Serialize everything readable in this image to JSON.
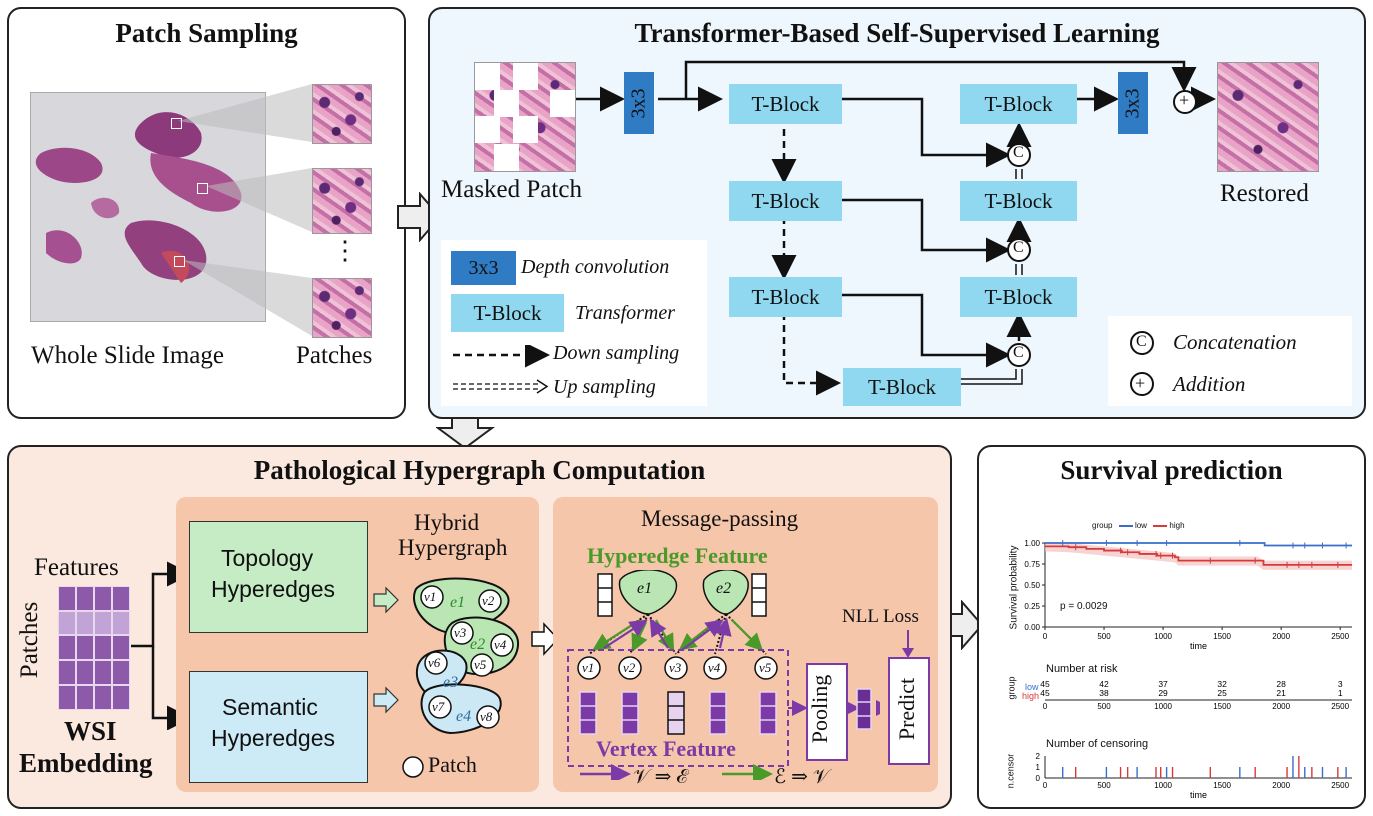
{
  "patch_sampling": {
    "title": "Patch Sampling",
    "wsi_label": "Whole Slide Image",
    "patches_label": "Patches",
    "ellipsis": "⋮"
  },
  "transformer": {
    "title": "Transformer-Based Self-Supervised Learning",
    "masked_label": "Masked Patch",
    "restored_label": "Restored",
    "conv_label": "3x3",
    "tblock_label": "T-Block",
    "concat_symbol": "C",
    "add_symbol": "+",
    "legend": {
      "conv_key": "3x3",
      "conv_desc": "Depth convolution",
      "tblock_key": "T-Block",
      "tblock_desc": "Transformer",
      "down_desc": "Down sampling",
      "up_desc": "Up sampling",
      "concat_desc": "Concatenation",
      "add_desc": "Addition"
    }
  },
  "hypergraph": {
    "title": "Pathological Hypergraph Computation",
    "features_label": "Features",
    "patches_label": "Patches",
    "embedding_line1": "WSI",
    "embedding_line2": "Embedding",
    "topology_line1": "Topology",
    "topology_line2": "Hyperedges",
    "semantic_line1": "Semantic",
    "semantic_line2": "Hyperedges",
    "hybrid_line1": "Hybrid",
    "hybrid_line2": "Hypergraph",
    "patch_legend": "Patch",
    "message_passing": "Message-passing",
    "hyperedge_feature": "Hyperedge Feature",
    "vertex_feature": "Vertex Feature",
    "nll_loss": "NLL Loss",
    "pooling": "Pooling",
    "predict": "Predict",
    "v_to_e": "𝒱 ⇒ ℰ",
    "e_to_v": "ℰ ⇒ 𝒱",
    "vertices": [
      "v1",
      "v2",
      "v3",
      "v4",
      "v5",
      "v6",
      "v7",
      "v8"
    ],
    "edges": [
      "e1",
      "e2",
      "e3",
      "e4"
    ],
    "colors": {
      "purple": "#7b3aa6",
      "green": "#4a9a2a",
      "topology_fill": "#c6ecc6",
      "semantic_fill": "#cdeaf7",
      "panel_fill": "#fbe8de"
    }
  },
  "survival": {
    "title": "Survival prediction",
    "legend_title": "group",
    "legend_low": "low",
    "legend_high": "high",
    "ylabel": "Survival probability",
    "xlabel": "time",
    "pvalue": "p = 0.0029",
    "risk_title": "Number at risk",
    "risk_ylabel": "group",
    "censor_title": "Number of censoring",
    "censor_ylabel": "n.censor",
    "risk_low": [
      "45",
      "42",
      "37",
      "32",
      "28",
      "3"
    ],
    "risk_high": [
      "45",
      "38",
      "29",
      "25",
      "21",
      "1"
    ],
    "row_low": "low",
    "row_high": "high",
    "colors": {
      "low": "#3a6fc9",
      "high": "#d83a3a"
    }
  },
  "chart_data": {
    "type": "line",
    "title": "",
    "xlabel": "time",
    "ylabel": "Survival probability",
    "xlim": [
      0,
      2600
    ],
    "ylim": [
      0,
      1
    ],
    "x_ticks": [
      "0",
      "500",
      "1000",
      "1500",
      "2000",
      "2500"
    ],
    "y_ticks": [
      "0.00",
      "0.25",
      "0.50",
      "0.75",
      "1.00"
    ],
    "series": [
      {
        "name": "low",
        "x": [
          0,
          1850,
          1860,
          2600
        ],
        "y": [
          1.0,
          1.0,
          0.97,
          0.97
        ]
      },
      {
        "name": "high",
        "x": [
          0,
          200,
          350,
          500,
          650,
          800,
          950,
          1100,
          1130,
          1400,
          1800,
          1850,
          2600
        ],
        "y": [
          0.96,
          0.95,
          0.93,
          0.91,
          0.89,
          0.87,
          0.85,
          0.83,
          0.79,
          0.79,
          0.79,
          0.74,
          0.74
        ]
      }
    ],
    "censor_ticks": [
      {
        "x": 150,
        "n": 1,
        "group": "low"
      },
      {
        "x": 260,
        "n": 1,
        "group": "high"
      },
      {
        "x": 520,
        "n": 1,
        "group": "low"
      },
      {
        "x": 640,
        "n": 1,
        "group": "high"
      },
      {
        "x": 700,
        "n": 1,
        "group": "high"
      },
      {
        "x": 780,
        "n": 1,
        "group": "low"
      },
      {
        "x": 940,
        "n": 1,
        "group": "high"
      },
      {
        "x": 980,
        "n": 1,
        "group": "high"
      },
      {
        "x": 1030,
        "n": 1,
        "group": "low"
      },
      {
        "x": 1080,
        "n": 1,
        "group": "high"
      },
      {
        "x": 1400,
        "n": 1,
        "group": "high"
      },
      {
        "x": 1650,
        "n": 1,
        "group": "low"
      },
      {
        "x": 1780,
        "n": 1,
        "group": "high"
      },
      {
        "x": 2050,
        "n": 1,
        "group": "high"
      },
      {
        "x": 2100,
        "n": 2,
        "group": "low"
      },
      {
        "x": 2150,
        "n": 2,
        "group": "high"
      },
      {
        "x": 2200,
        "n": 1,
        "group": "low"
      },
      {
        "x": 2260,
        "n": 1,
        "group": "high"
      },
      {
        "x": 2350,
        "n": 1,
        "group": "low"
      },
      {
        "x": 2480,
        "n": 1,
        "group": "high"
      },
      {
        "x": 2550,
        "n": 1,
        "group": "low"
      }
    ]
  }
}
